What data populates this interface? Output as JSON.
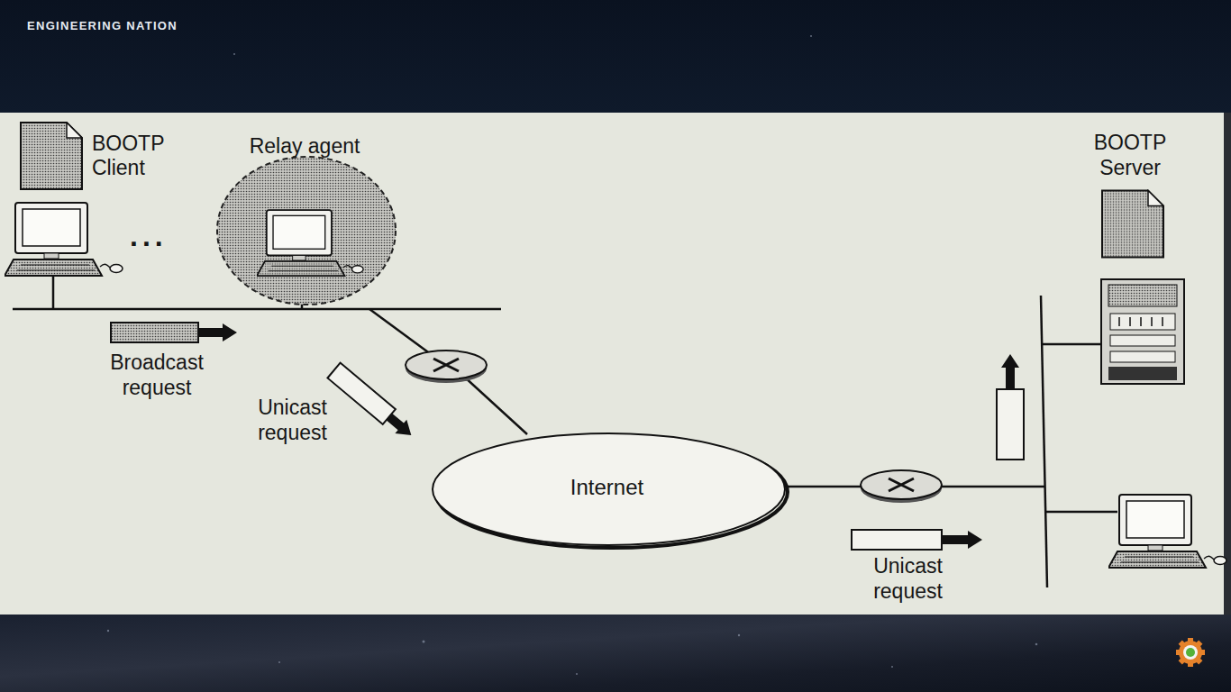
{
  "diagram": {
    "nodes": [
      {
        "text": [
          "BOOTP Client"
        ]
      },
      {
        "text": [
          "Relay agent"
        ]
      },
      {
        "text": [
          "Internet"
        ]
      },
      {
        "text": [
          "BOOTP Server"
        ]
      }
    ],
    "labels": [
      "ENGINEERING NATION",
      "...",
      "Broadcast request",
      "Unicast request",
      "Unicast request"
    ]
  }
}
